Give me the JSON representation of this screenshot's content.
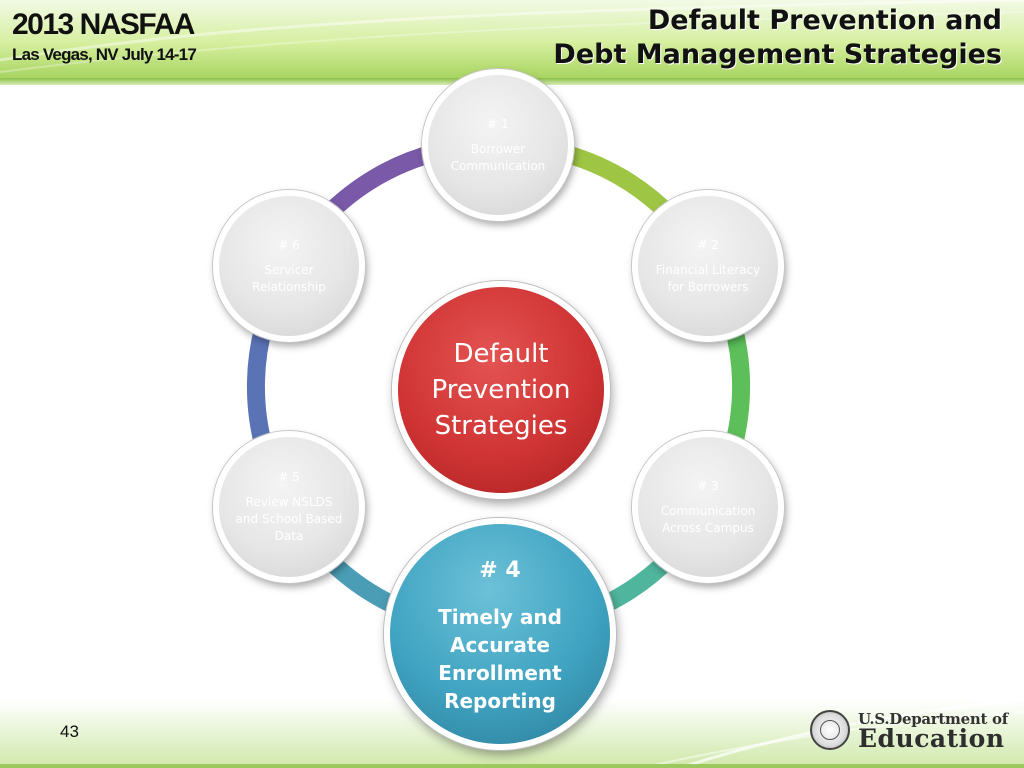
{
  "header": {
    "conference_title": "2013 NASFAA",
    "conference_subtitle": "Las Vegas, NV July 14-17",
    "slide_title_line1": "Default Prevention and",
    "slide_title_line2": "Debt Management Strategies"
  },
  "diagram": {
    "center_label": "Default Prevention Strategies",
    "center_color": "#d03434",
    "highlight_color": "#3fa3c1",
    "nodes": [
      {
        "number": "# 1",
        "label": "Borrower Communication"
      },
      {
        "number": "# 2",
        "label": "Financial Literacy for Borrowers"
      },
      {
        "number": "# 3",
        "label": "Communication Across Campus"
      },
      {
        "number": "# 4",
        "label": "Timely and Accurate Enrollment Reporting"
      },
      {
        "number": "# 5",
        "label": "Review NSLDS and School Based Data"
      },
      {
        "number": "# 6",
        "label": "Servicer Relationship"
      }
    ],
    "ring_colors": [
      "#9ec544",
      "#5cbf5a",
      "#4fb59c",
      "#4a9db5",
      "#5a73b5",
      "#7a5aa8"
    ]
  },
  "footer": {
    "page_number": "43",
    "logo_line1": "U.S.Department of",
    "logo_line2": "Education"
  }
}
